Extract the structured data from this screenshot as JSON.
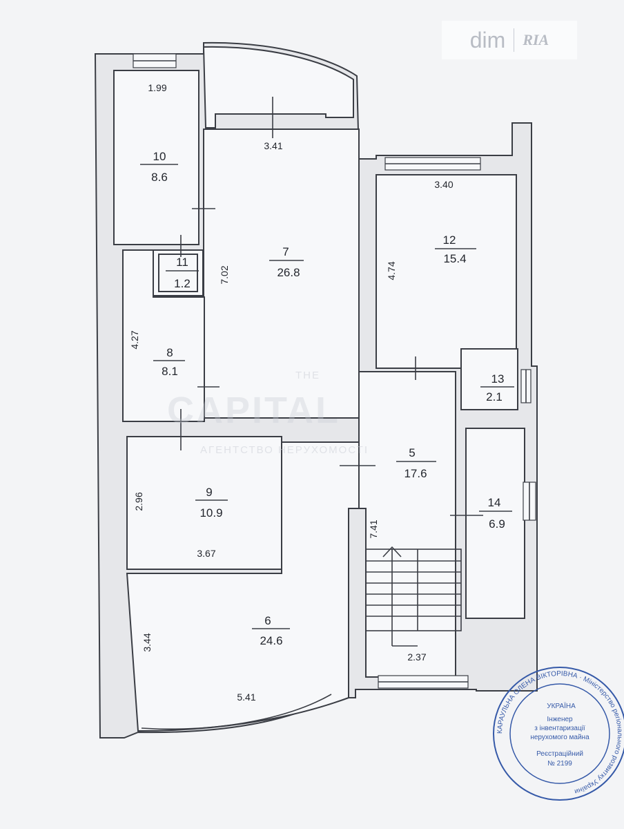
{
  "watermarks": {
    "logo_left": "dim",
    "logo_right": "RIA",
    "center_small": "THE",
    "center_big": "CAPITAL",
    "center_sub": "АГЕНТСТВО НЕРУХОМОСТІ"
  },
  "rooms": [
    {
      "id": "10",
      "area": "8.6"
    },
    {
      "id": "11",
      "area": "1.2"
    },
    {
      "id": "7",
      "area": "26.8"
    },
    {
      "id": "12",
      "area": "15.4"
    },
    {
      "id": "8",
      "area": "8.1"
    },
    {
      "id": "13",
      "area": "2.1"
    },
    {
      "id": "5",
      "area": "17.6"
    },
    {
      "id": "9",
      "area": "10.9"
    },
    {
      "id": "14",
      "area": "6.9"
    },
    {
      "id": "6",
      "area": "24.6"
    }
  ],
  "dimensions": {
    "r10_top": "1.99",
    "r7_top": "3.41",
    "r12_top": "3.40",
    "r7_side": "7.02",
    "r12_side": "4.74",
    "r8_side": "4.27",
    "r9_side": "2.96",
    "r9_bottom": "3.67",
    "r5_side": "7.41",
    "r6_side": "3.44",
    "stair_bottom": "2.37",
    "r6_bottom": "5.41"
  },
  "seal": {
    "line1": "УКРАЇНА",
    "line2": "Інженер",
    "line3": "з інвентаризації",
    "line4": "нерухомого майна",
    "line5": "Реєстраційний",
    "line6": "№ 2199",
    "ring": "КАРАУЛЬНА ОЛЕНА ВІКТОРІВНА · Міністерство регіонального розвитку України"
  },
  "colors": {
    "ink": "#3a3d44",
    "paper": "#f3f4f6",
    "seal": "#3559a8"
  }
}
